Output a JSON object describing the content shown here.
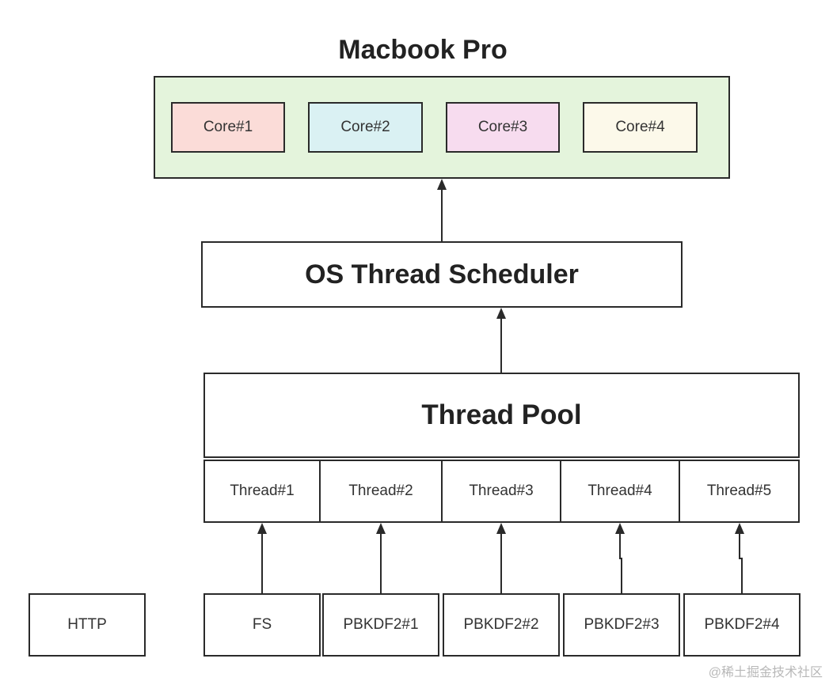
{
  "machine": {
    "title": "Macbook Pro",
    "cores": [
      {
        "label": "Core#1",
        "color": "#fbdcd8"
      },
      {
        "label": "Core#2",
        "color": "#daf1f3"
      },
      {
        "label": "Core#3",
        "color": "#f7dcef"
      },
      {
        "label": "Core#4",
        "color": "#fcf9ea"
      }
    ],
    "background": "#e4f4dc"
  },
  "scheduler": {
    "label": "OS Thread Scheduler"
  },
  "pool": {
    "label": "Thread Pool",
    "threads": [
      "Thread#1",
      "Thread#2",
      "Thread#3",
      "Thread#4",
      "Thread#5"
    ]
  },
  "tasks": [
    "HTTP",
    "FS",
    "PBKDF2#1",
    "PBKDF2#2",
    "PBKDF2#3",
    "PBKDF2#4"
  ],
  "watermark": "@稀土掘金技术社区"
}
